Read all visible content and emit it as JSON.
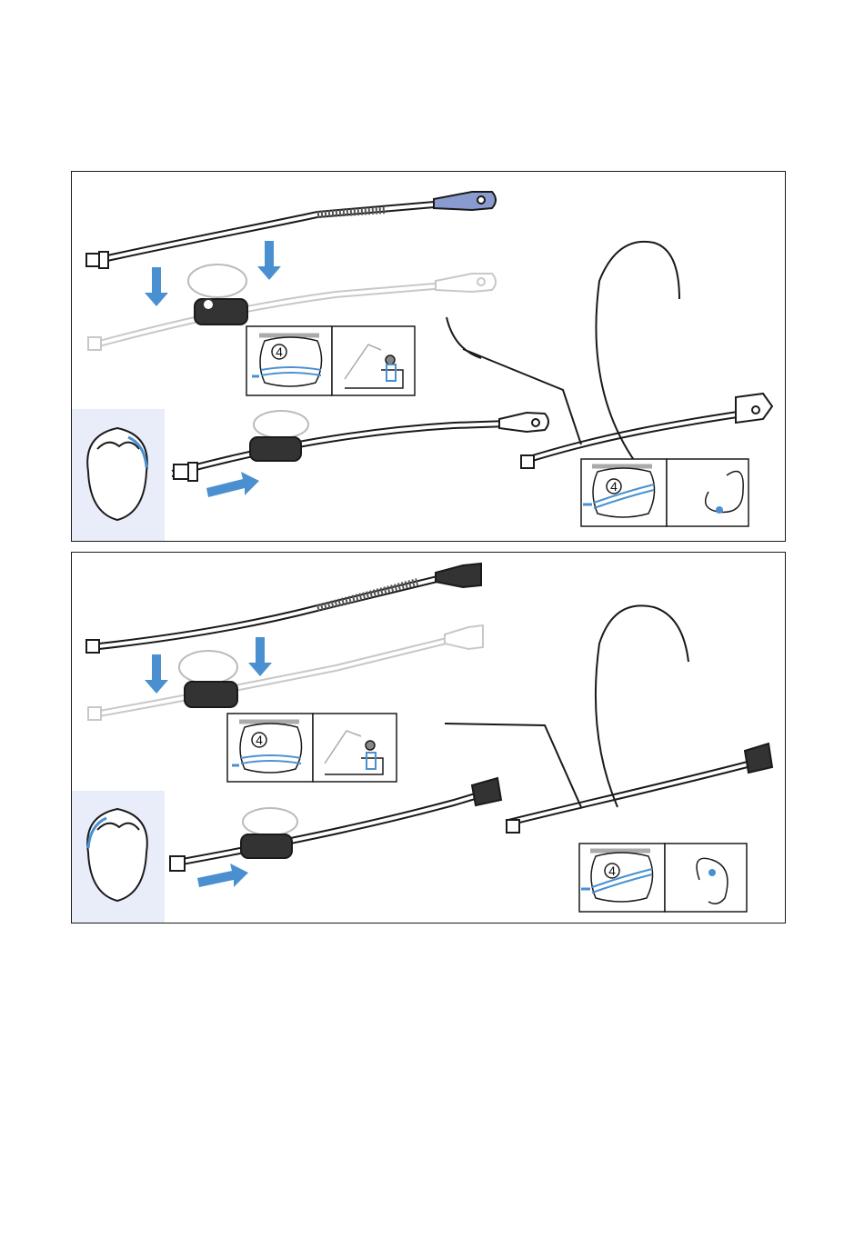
{
  "colors": {
    "accent_blue": "#4a90d0",
    "tint_blue": "#e8edf9",
    "outline": "#1a1a1a",
    "ghost": "#c8c8c8"
  },
  "panels": [
    {
      "id": "top",
      "detail_left_number": "4",
      "detail_right_number": "4",
      "head_arrow_side": "right",
      "mic_style": "round"
    },
    {
      "id": "bottom",
      "detail_left_number": "4",
      "detail_right_number": "4",
      "head_arrow_side": "left",
      "mic_style": "grille"
    }
  ],
  "icons": {
    "down_arrow": "arrow-down-icon",
    "right_arrow": "arrow-right-icon",
    "head": "head-rotate-icon",
    "ear_shape": "ear-outline-icon"
  }
}
